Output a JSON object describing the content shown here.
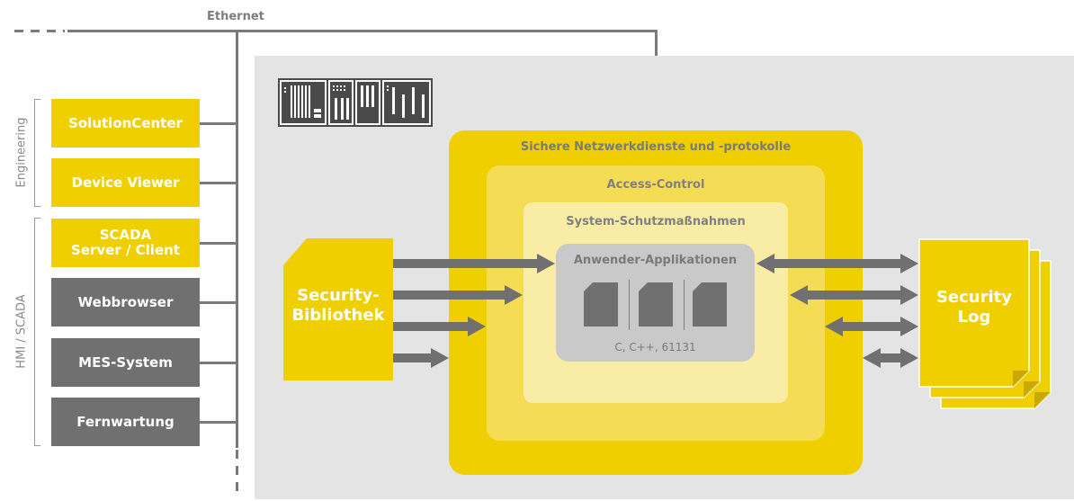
{
  "network": {
    "label": "Ethernet"
  },
  "groups": {
    "engineering": "Engineering",
    "hmi": "HMI / SCADA"
  },
  "systems": [
    {
      "label": "SolutionCenter"
    },
    {
      "label": "Device Viewer"
    },
    {
      "label": "SCADA\nServer / Client"
    },
    {
      "label": "Webbrowser"
    },
    {
      "label": "MES-System"
    },
    {
      "label": "Fernwartung"
    }
  ],
  "layers": {
    "network_services": "Sichere Netzwerkdienste und -protokolle",
    "access_control": "Access-Control",
    "system_protection": "System-Schutzmaßnahmen",
    "applications": "Anwender-Applikationen",
    "languages": "C, C++, 61131"
  },
  "security_library": {
    "label": "Security-\nBibliothek"
  },
  "security_log": {
    "label": "Security\nLog"
  },
  "colors": {
    "yellow": "#f0cf00",
    "grey_box": "#707070",
    "arrow": "#707070",
    "panel": "#e4e4e4"
  }
}
